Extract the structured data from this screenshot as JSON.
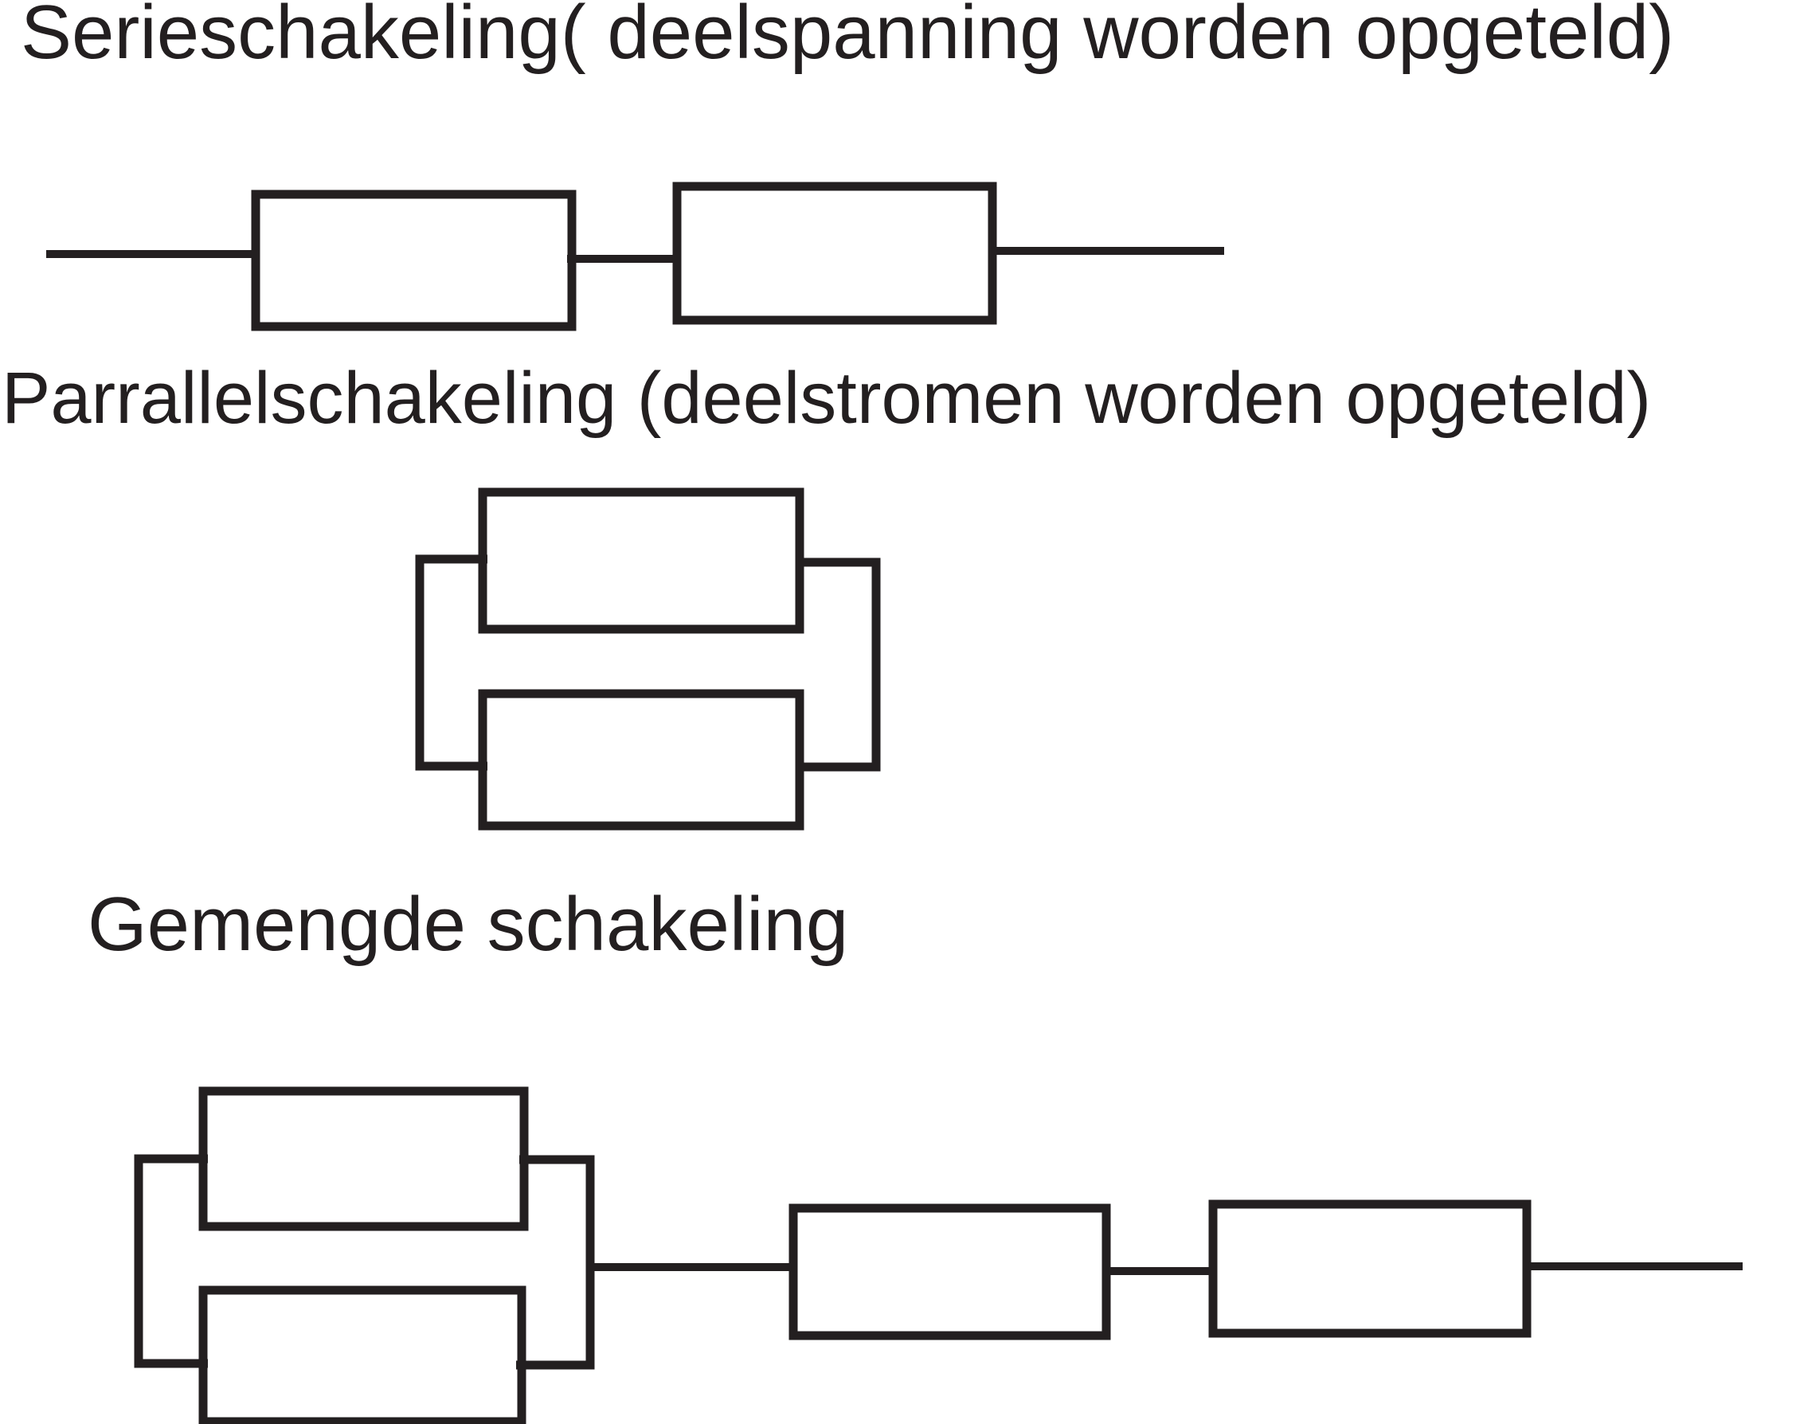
{
  "page": {
    "background_color": "#ffffff",
    "ink_color": "#231f20"
  },
  "sections": [
    {
      "id": "series",
      "title": "Serieschakeling( deelspanning worden opgeteld)",
      "topology": "series",
      "resistor_count": 2
    },
    {
      "id": "parallel",
      "title": "Parrallelschakeling (deelstromen worden opgeteld)",
      "topology": "parallel",
      "resistor_count": 2
    },
    {
      "id": "mixed",
      "title": "Gemengde schakeling",
      "topology": "mixed",
      "resistor_count": 4
    }
  ]
}
